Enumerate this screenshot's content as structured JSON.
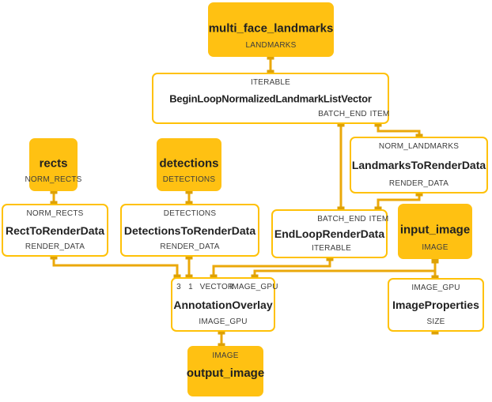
{
  "colors": {
    "node_fill": "#FFC112",
    "node_border": "#FFC107",
    "edge": "#EBA80A",
    "port_pin": "#DDA105",
    "title_text": "#212121",
    "port_text": "#3d3d3d",
    "background": "#ffffff"
  },
  "nodes": {
    "multi_face_landmarks": {
      "title": "multi_face_landmarks",
      "port_out": "LANDMARKS"
    },
    "begin_loop": {
      "title": "BeginLoopNormalizedLandmarkListVector",
      "port_in": "ITERABLE",
      "port_batch_end": "BATCH_END",
      "port_item": "ITEM"
    },
    "landmarks_to_render_data": {
      "title": "LandmarksToRenderData",
      "port_in": "NORM_LANDMARKS",
      "port_out": "RENDER_DATA"
    },
    "rects": {
      "title": "rects",
      "port_out": "NORM_RECTS"
    },
    "rect_to_render_data": {
      "title": "RectToRenderData",
      "port_in": "NORM_RECTS",
      "port_out": "RENDER_DATA"
    },
    "detections": {
      "title": "detections",
      "port_out": "DETECTIONS"
    },
    "detections_to_render_data": {
      "title": "DetectionsToRenderData",
      "port_in": "DETECTIONS",
      "port_out": "RENDER_DATA"
    },
    "end_loop_render_data": {
      "title": "EndLoopRenderData",
      "port_batch_end": "BATCH_END",
      "port_item": "ITEM",
      "port_out": "ITERABLE"
    },
    "input_image": {
      "title": "input_image",
      "port_out": "IMAGE"
    },
    "annotation_overlay": {
      "title": "AnnotationOverlay",
      "port_3": "3",
      "port_1": "1",
      "port_vector": "VECTOR",
      "port_image_gpu": "IMAGE_GPU",
      "port_out": "IMAGE_GPU"
    },
    "image_properties": {
      "title": "ImageProperties",
      "port_in": "IMAGE_GPU",
      "port_out": "SIZE"
    },
    "output_image": {
      "title": "output_image",
      "port_in": "IMAGE"
    }
  },
  "edges": [
    {
      "from": "multi_face_landmarks.LANDMARKS",
      "to": "begin_loop.ITERABLE"
    },
    {
      "from": "begin_loop.BATCH_END",
      "to": "end_loop_render_data.BATCH_END"
    },
    {
      "from": "begin_loop.ITEM",
      "to": "landmarks_to_render_data.NORM_LANDMARKS"
    },
    {
      "from": "landmarks_to_render_data.RENDER_DATA",
      "to": "end_loop_render_data.ITEM"
    },
    {
      "from": "rects.NORM_RECTS",
      "to": "rect_to_render_data.NORM_RECTS"
    },
    {
      "from": "detections.DETECTIONS",
      "to": "detections_to_render_data.DETECTIONS"
    },
    {
      "from": "rect_to_render_data.RENDER_DATA",
      "to": "annotation_overlay.3"
    },
    {
      "from": "detections_to_render_data.RENDER_DATA",
      "to": "annotation_overlay.1"
    },
    {
      "from": "end_loop_render_data.ITERABLE",
      "to": "annotation_overlay.VECTOR"
    },
    {
      "from": "input_image.IMAGE",
      "to": "annotation_overlay.IMAGE_GPU"
    },
    {
      "from": "input_image.IMAGE",
      "to": "image_properties.IMAGE_GPU"
    },
    {
      "from": "annotation_overlay.IMAGE_GPU",
      "to": "output_image.IMAGE"
    }
  ]
}
